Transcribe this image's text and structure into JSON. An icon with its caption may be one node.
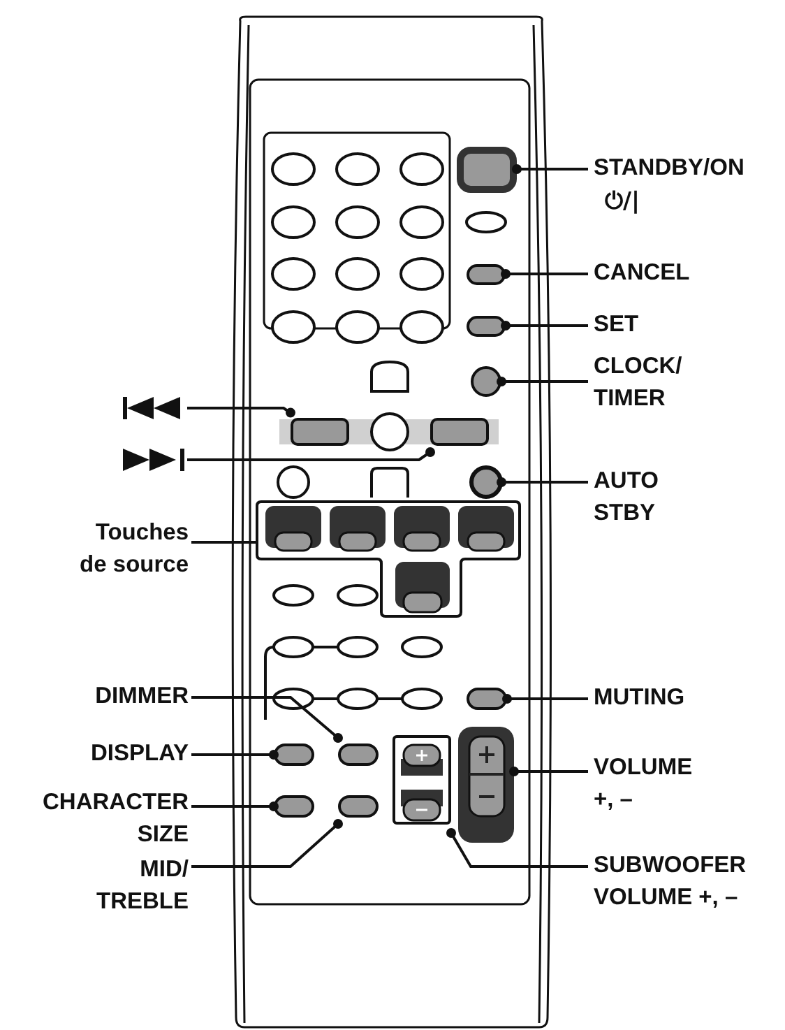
{
  "diagram": {
    "nodes": [
      {
        "text": [
          "STANDBY/ON",
          "⏻/|"
        ]
      },
      {
        "text": [
          "CANCEL"
        ]
      },
      {
        "text": [
          "SET"
        ]
      },
      {
        "text": [
          "CLOCK/ TIMER"
        ]
      },
      {
        "text": [],
        "shape": "triangle"
      },
      {
        "text": [],
        "shape": "triangle"
      },
      {
        "text": [
          "AUTO STBY"
        ]
      },
      {
        "text": [
          "Touches de source"
        ]
      },
      {
        "text": [
          "DIMMER"
        ]
      },
      {
        "text": [
          "MUTING"
        ]
      },
      {
        "text": [
          "DISPLAY"
        ]
      },
      {
        "text": [
          "VOLUME +, –"
        ]
      },
      {
        "text": [
          "CHARACTER SIZE"
        ]
      },
      {
        "text": [
          "MID/ TREBLE"
        ]
      },
      {
        "text": [
          "SUBWOOFER VOLUME +, –"
        ]
      },
      {
        "text": [],
        "shape": "box"
      },
      {
        "text": [],
        "shape": "box"
      },
      {
        "text": [],
        "shape": "box"
      },
      {
        "text": [],
        "shape": "circle"
      },
      {
        "text": [],
        "shape": "box"
      },
      {
        "text": [],
        "shape": "box"
      },
      {
        "text": [],
        "shape": "circle"
      },
      {
        "text": [],
        "shape": "box"
      },
      {
        "text": [],
        "shape": "box"
      },
      {
        "text": [],
        "shape": "box"
      },
      {
        "text": [],
        "shape": "box"
      },
      {
        "text": [],
        "shape": "box"
      },
      {
        "text": [],
        "shape": "box"
      },
      {
        "text": [],
        "shape": "box"
      },
      {
        "text": [],
        "shape": "box"
      }
    ],
    "edges": [
      {
        "from": 0,
        "to": 15,
        "arrow": "other"
      },
      {
        "from": 1,
        "to": 16,
        "arrow": "other"
      },
      {
        "from": 2,
        "to": 17,
        "arrow": "other"
      },
      {
        "from": 3,
        "to": 18,
        "arrow": "other"
      },
      {
        "from": 4,
        "to": 19,
        "arrow": "other"
      },
      {
        "from": 5,
        "to": 20,
        "arrow": "other"
      },
      {
        "from": 6,
        "to": 21,
        "arrow": "other"
      },
      {
        "from": 7,
        "to": 22,
        "arrow": "none"
      },
      {
        "from": 8,
        "to": 23,
        "arrow": "other"
      },
      {
        "from": 9,
        "to": 24,
        "arrow": "other"
      },
      {
        "from": 10,
        "to": 25,
        "arrow": "other"
      },
      {
        "from": 11,
        "to": 26,
        "arrow": "other"
      },
      {
        "from": 12,
        "to": 27,
        "arrow": "other"
      },
      {
        "from": 13,
        "to": 28,
        "arrow": "other"
      },
      {
        "from": 14,
        "to": 29,
        "arrow": "other"
      }
    ]
  }
}
